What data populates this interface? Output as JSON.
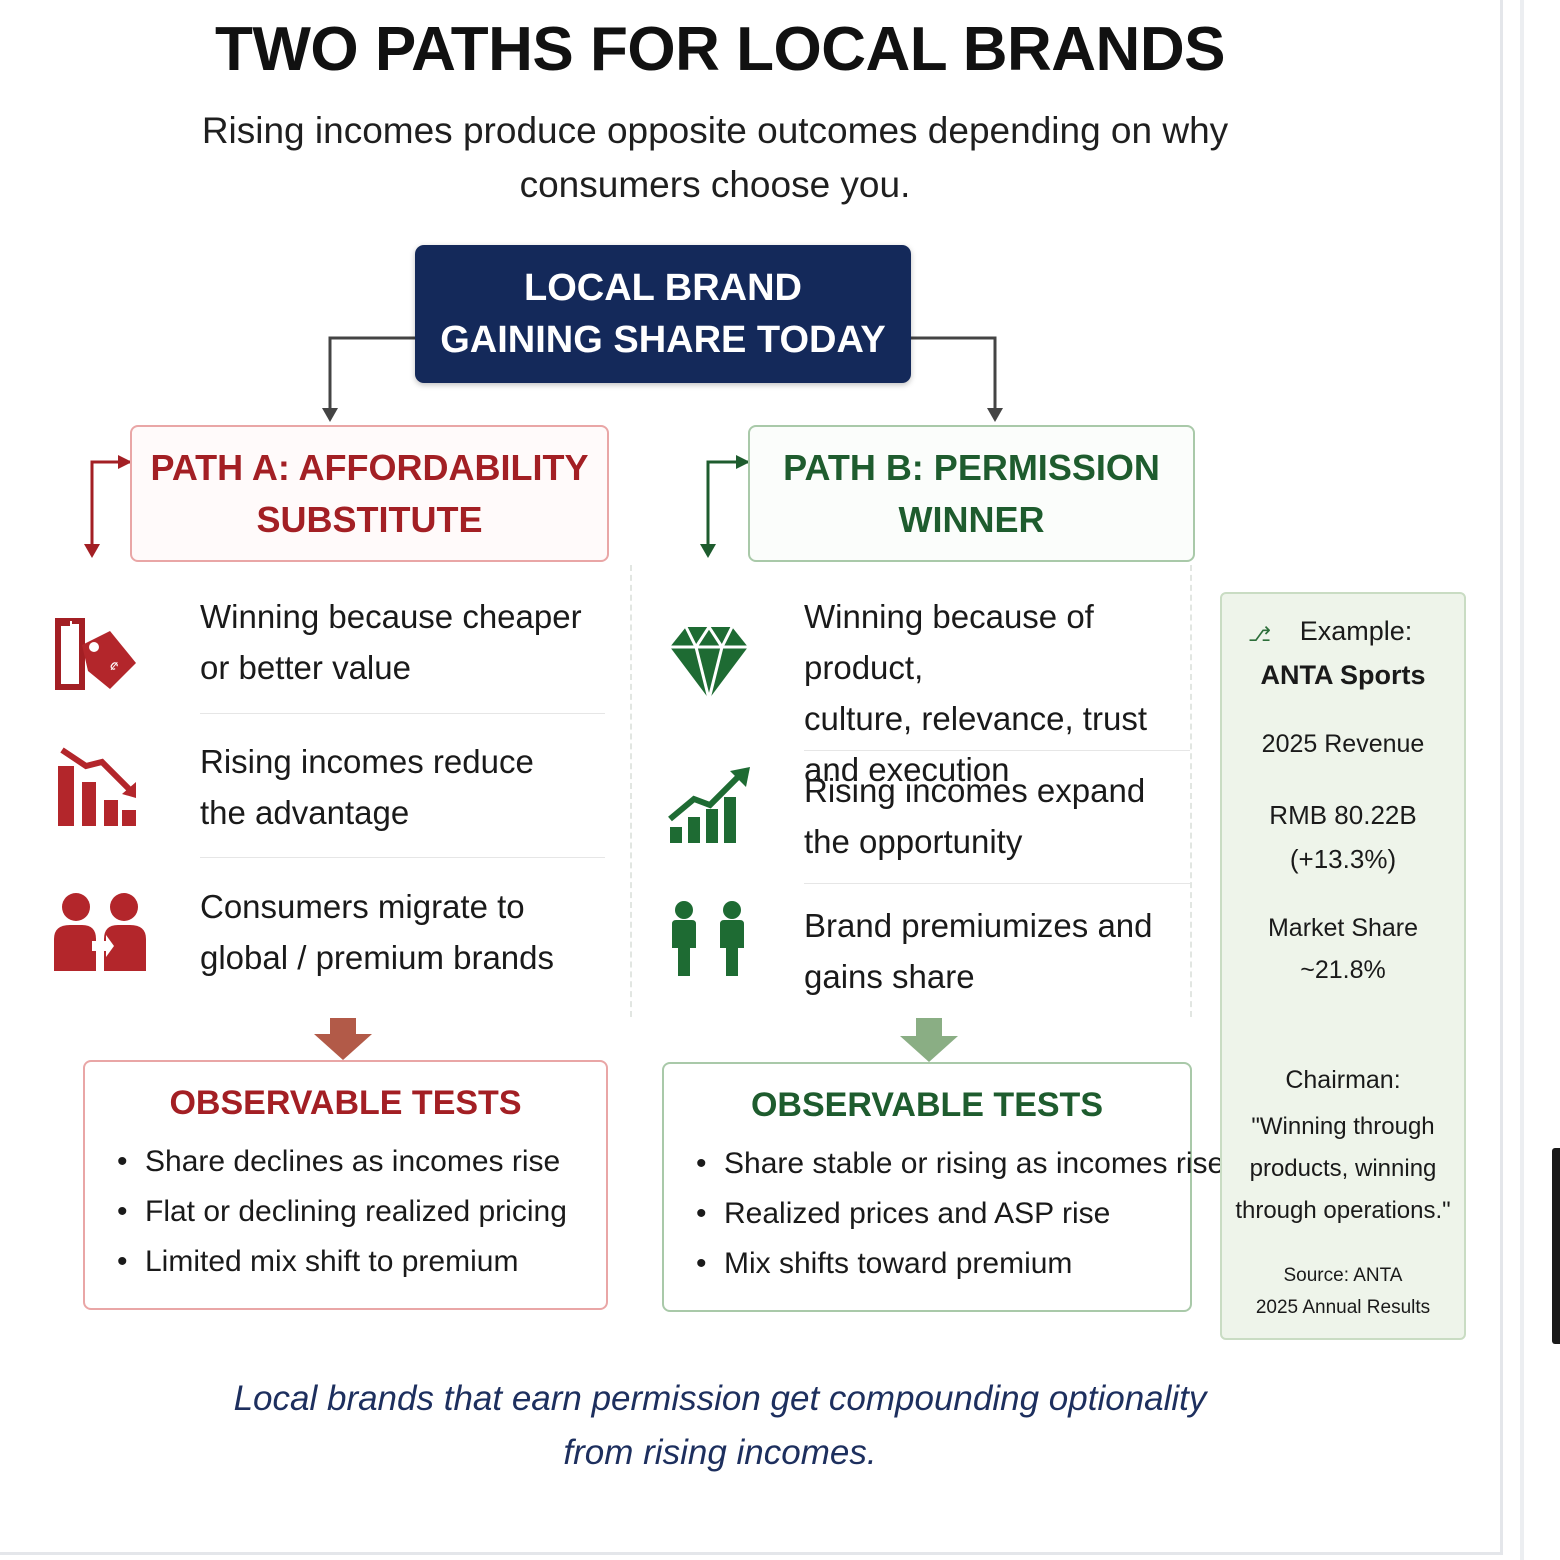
{
  "title": "TWO PATHS FOR LOCAL BRANDS",
  "subtitle": "Rising incomes produce opposite outcomes depending on\nwhy consumers choose you.",
  "root": "LOCAL BRAND\nGAINING SHARE TODAY",
  "path_a": {
    "heading": "PATH A: AFFORDABILITY\nSUBSTITUTE",
    "color": "#a31f24",
    "items": [
      {
        "icon": "price-tag-icon",
        "text": "Winning because cheaper\nor better value"
      },
      {
        "icon": "declining-bars-icon",
        "text": "Rising incomes reduce\nthe advantage"
      },
      {
        "icon": "people-migrate-icon",
        "text": "Consumers migrate to\nglobal / premium brands"
      }
    ],
    "tests_title": "OBSERVABLE TESTS",
    "tests": [
      "Share declines as incomes rise",
      "Flat or declining realized pricing",
      "Limited mix shift to premium"
    ]
  },
  "path_b": {
    "heading": "PATH B: PERMISSION\nWINNER",
    "color": "#1e5c2e",
    "items": [
      {
        "icon": "diamond-icon",
        "text": "Winning because of product,\nculture, relevance, trust\nand execution"
      },
      {
        "icon": "growth-chart-icon",
        "text": "Rising incomes expand\nthe opportunity"
      },
      {
        "icon": "people-icon",
        "text": "Brand premiumizes and\ngains share"
      }
    ],
    "tests_title": "OBSERVABLE TESTS",
    "tests": [
      "Share stable or rising as incomes rise",
      "Realized prices and ASP rise",
      "Mix shifts toward premium"
    ]
  },
  "example": {
    "label": "Example:",
    "company": "ANTA Sports",
    "revenue_label": "2025 Revenue",
    "revenue_value": "RMB 80.22B",
    "revenue_growth": "(+13.3%)",
    "share_label": "Market Share",
    "share_value": "~21.8%",
    "chairman_label": "Chairman:",
    "quote": "\"Winning through\nproducts, winning\nthrough operations.\"",
    "source": "Source: ANTA\n2025 Annual Results"
  },
  "footer": "Local brands that earn permission get compounding optionality\nfrom rising incomes."
}
